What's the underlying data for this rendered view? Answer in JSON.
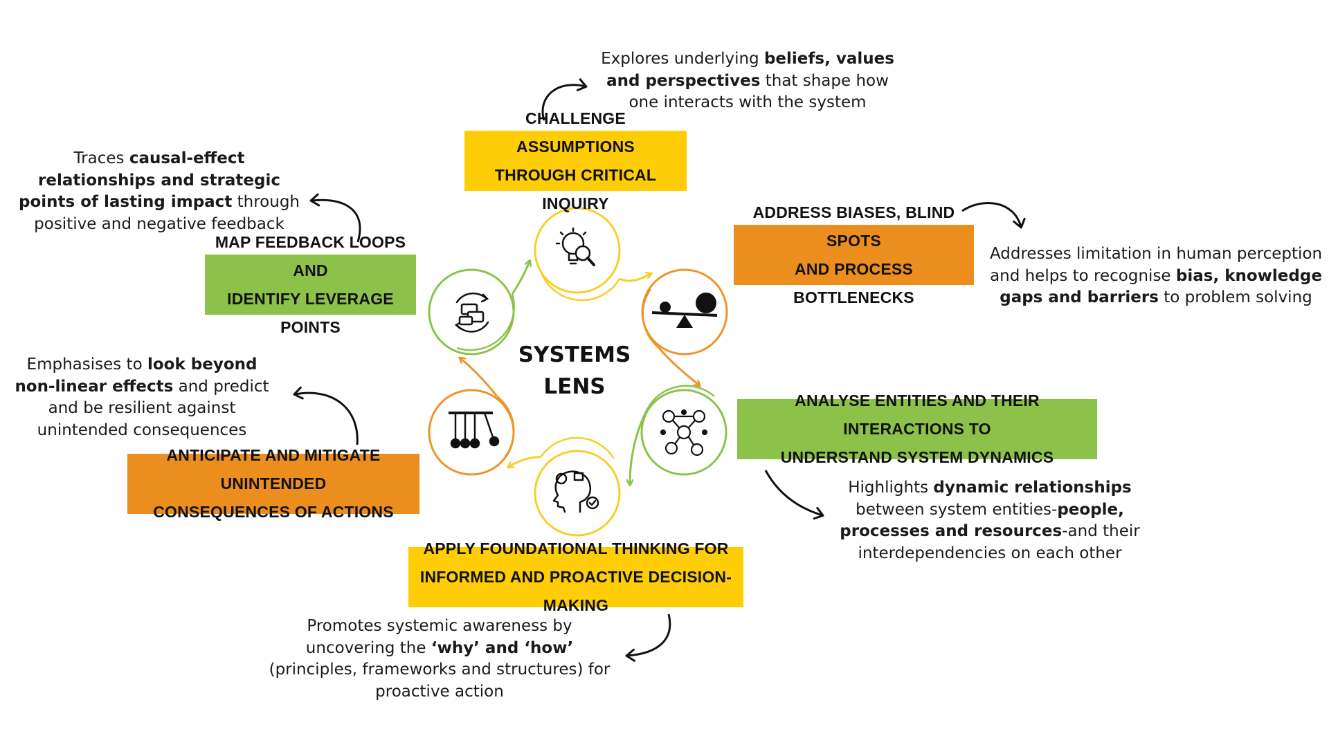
{
  "center": {
    "title": "SYSTEMS\nLENS"
  },
  "colors": {
    "yellow": "#FFCD05",
    "orange": "#EB8E1E",
    "green": "#8CC24A",
    "ring_yellow": "#F6D026",
    "ring_orange": "#EE9429",
    "ring_green": "#8CC24A"
  },
  "labels": {
    "challenge": "CHALLENGE ASSUMPTIONS\nTHROUGH CRITICAL INQUIRY",
    "feedback": "MAP FEEDBACK LOOPS AND\nIDENTIFY LEVERAGE POINTS",
    "biases": "ADDRESS BIASES, BLIND SPOTS\nAND PROCESS BOTTLENECKS",
    "analyse": "ANALYSE ENTITIES AND THEIR INTERACTIONS TO\nUNDERSTAND SYSTEM DYNAMICS",
    "anticipate": "ANTICIPATE AND MITIGATE UNINTENDED\nCONSEQUENCES OF ACTIONS",
    "apply": "APPLY FOUNDATIONAL THINKING FOR\nINFORMED AND PROACTIVE DECISION-MAKING"
  },
  "descriptions": {
    "challenge": {
      "l1a": "Explores underlying ",
      "l1b": "beliefs, values",
      "l2a": "and perspectives",
      "l2b": " that shape how",
      "l3": "one interacts with the system"
    },
    "feedback": {
      "l1a": "Traces ",
      "l1b": "causal-effect",
      "l2": "relationships and strategic",
      "l3a": "points of lasting impact",
      "l3b": " through",
      "l4": "positive and negative feedback"
    },
    "biases": {
      "l1": "Addresses limitation in human perception",
      "l2a": "and helps to recognise ",
      "l2b": "bias, knowledge",
      "l3a": "gaps and barriers",
      "l3b": " to problem solving"
    },
    "analyse": {
      "l1a": "Highlights ",
      "l1b": "dynamic relationships",
      "l2a": "between system entities-",
      "l2b": "people,",
      "l3a": "processes and resources",
      "l3b": "-and their",
      "l4": "interdependencies on each other"
    },
    "anticipate": {
      "l1a": "Emphasises to ",
      "l1b": "look beyond",
      "l2a": "non-linear effects",
      "l2b": " and predict",
      "l3": "and be resilient against",
      "l4": "unintended consequences"
    },
    "apply": {
      "l1": "Promotes systemic awareness by",
      "l2a": "uncovering the ",
      "l2b": "‘why’ and ‘how’",
      "l3": "(principles, frameworks and structures) for",
      "l4": "proactive action"
    }
  },
  "icons": {
    "challenge": "idea-magnifier-icon",
    "biases": "balance-scale-icon",
    "analyse": "network-people-icon",
    "apply": "thinking-head-icon",
    "anticipate": "newtons-cradle-icon",
    "feedback": "chat-cycle-icon"
  }
}
